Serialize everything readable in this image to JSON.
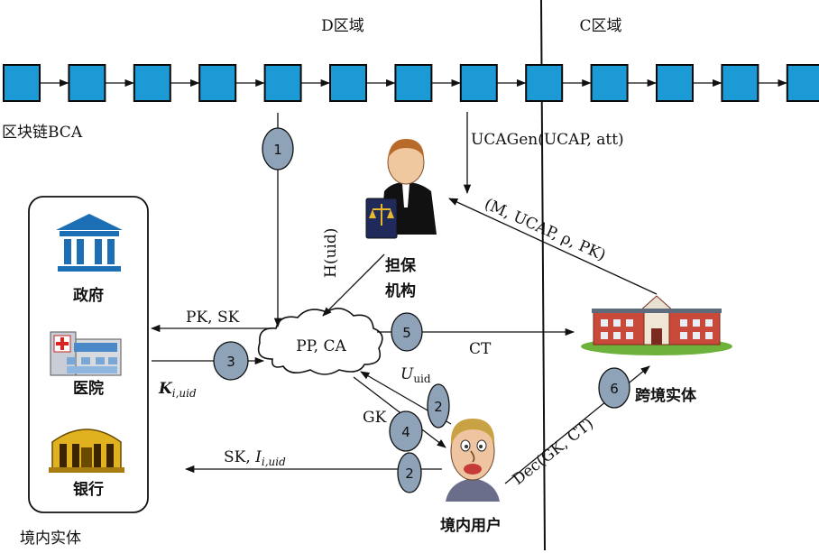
{
  "regions": {
    "d_region": "D区域",
    "c_region": "C区域"
  },
  "blockchain": {
    "label": "区块链BCA",
    "block_count": 13
  },
  "entities": {
    "domestic_group": "境内实体",
    "government": "政府",
    "hospital": "医院",
    "bank": "银行",
    "guarantor_line1": "担保",
    "guarantor_line2": "机构",
    "cross_border": "跨境实体",
    "domestic_user": "境内用户",
    "cloud": "PP, CA"
  },
  "edges": {
    "ucagen": "UCAGen(UCAP, att)",
    "m_ucap": "(M, UCAP, ρ, PK)",
    "h_uid": "H(uid)",
    "pk_sk": "PK, SK",
    "ct": "CT",
    "k_main": "K",
    "k_sub": "i,uid",
    "u_main": "U",
    "u_sub": "uid",
    "gk": "GK",
    "sk_prefix": "SK, ",
    "sk_i": "I",
    "sk_sub": "i,uid",
    "dec": "Dec(GK, CT)"
  },
  "steps": [
    "1",
    "2",
    "3",
    "4",
    "5",
    "6",
    "2"
  ],
  "icons": {
    "government": "government-building-icon",
    "hospital": "hospital-icon",
    "bank": "bank-icon",
    "guarantor": "judge-with-law-book-icon",
    "cross_border": "campus-building-icon",
    "user": "user-face-icon",
    "cloud": "cloud-icon"
  },
  "colors": {
    "block": "#1b9ad6",
    "badge": "#8ea2b8"
  }
}
